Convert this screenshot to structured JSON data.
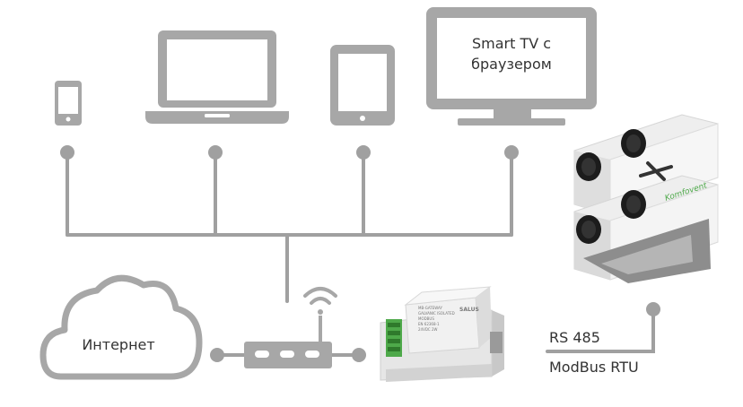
{
  "labels": {
    "tv_line1": "Smart TV с",
    "tv_line2": "браузером",
    "internet": "Интернет",
    "rs485": "RS 485",
    "modbus": "ModBus RTU"
  },
  "module_text": {
    "brand": "SALUS",
    "line1": "MB-GATEWAY",
    "line2": "GALVANIC ISOLATED",
    "line3": "MODBUS",
    "line4": "EN 62368-1",
    "line5": "24VDC 2W"
  },
  "unit_text": {
    "brand": "Komfovent"
  },
  "colors": {
    "device_gray": "#a7a7a7",
    "line_gray": "#a0a0a0",
    "text_gray": "#555555"
  }
}
